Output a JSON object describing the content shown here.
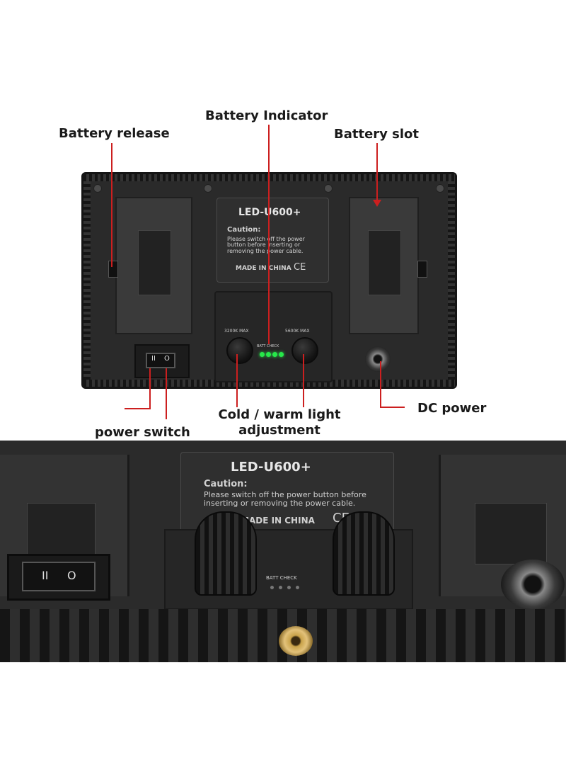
{
  "labels": {
    "battery_indicator": "Battery Indicator",
    "battery_release": "Battery release",
    "battery_slot": "Battery slot",
    "cold_warm": "Cold / warm light\nadjustment",
    "dc_power": "DC power",
    "power_switch": "power switch"
  },
  "device": {
    "model": "LED-U600+",
    "caution_title": "Caution:",
    "caution_text": "Please switch off the power button before inserting or removing the power cable.",
    "made_in": "MADE IN CHINA",
    "ce_mark": "CE",
    "knob_left_label": "3200K  MAX",
    "knob_right_label": "5600K  MAX",
    "batt_check": "BATT CHECK",
    "switch_left": "II",
    "switch_right": "O"
  },
  "colors": {
    "annotation_line": "#cc1f1f",
    "led_green": "#27e84a",
    "body": "#2a2a2a"
  }
}
